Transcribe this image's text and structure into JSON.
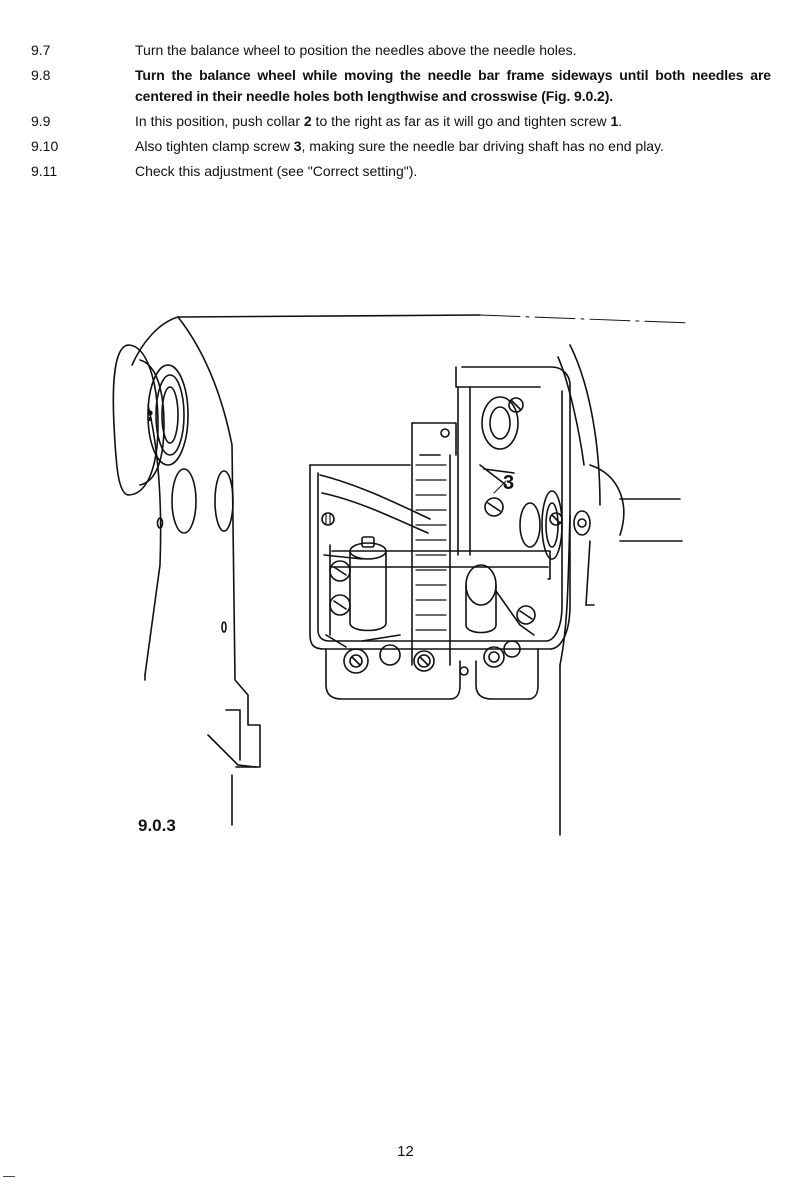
{
  "steps": [
    {
      "number": "9.7",
      "text": "Turn the balance wheel to position the needles above the needle holes."
    },
    {
      "number": "9.8",
      "text": "Turn the balance wheel while moving the needle bar frame sideways until both needles are centered in their needle holes both lengthwise and crosswise (Fig. 9.0.2)."
    },
    {
      "number": "9.9",
      "text_before": "In this position, push collar ",
      "collar_ref": "2",
      "text_middle": " to the right as far as it will go and tighten screw ",
      "screw_ref": "1",
      "text_after": "."
    },
    {
      "number": "9.10",
      "text_before": "Also tighten clamp screw ",
      "screw_ref": "3",
      "text_after": ", making sure the needle bar driving shaft has no end play."
    },
    {
      "number": "9.11",
      "text": "Check this adjustment (see \"Correct setting\")."
    }
  ],
  "figure": {
    "label": "9.0.3",
    "callouts": [
      "3"
    ]
  },
  "page_number": "12"
}
